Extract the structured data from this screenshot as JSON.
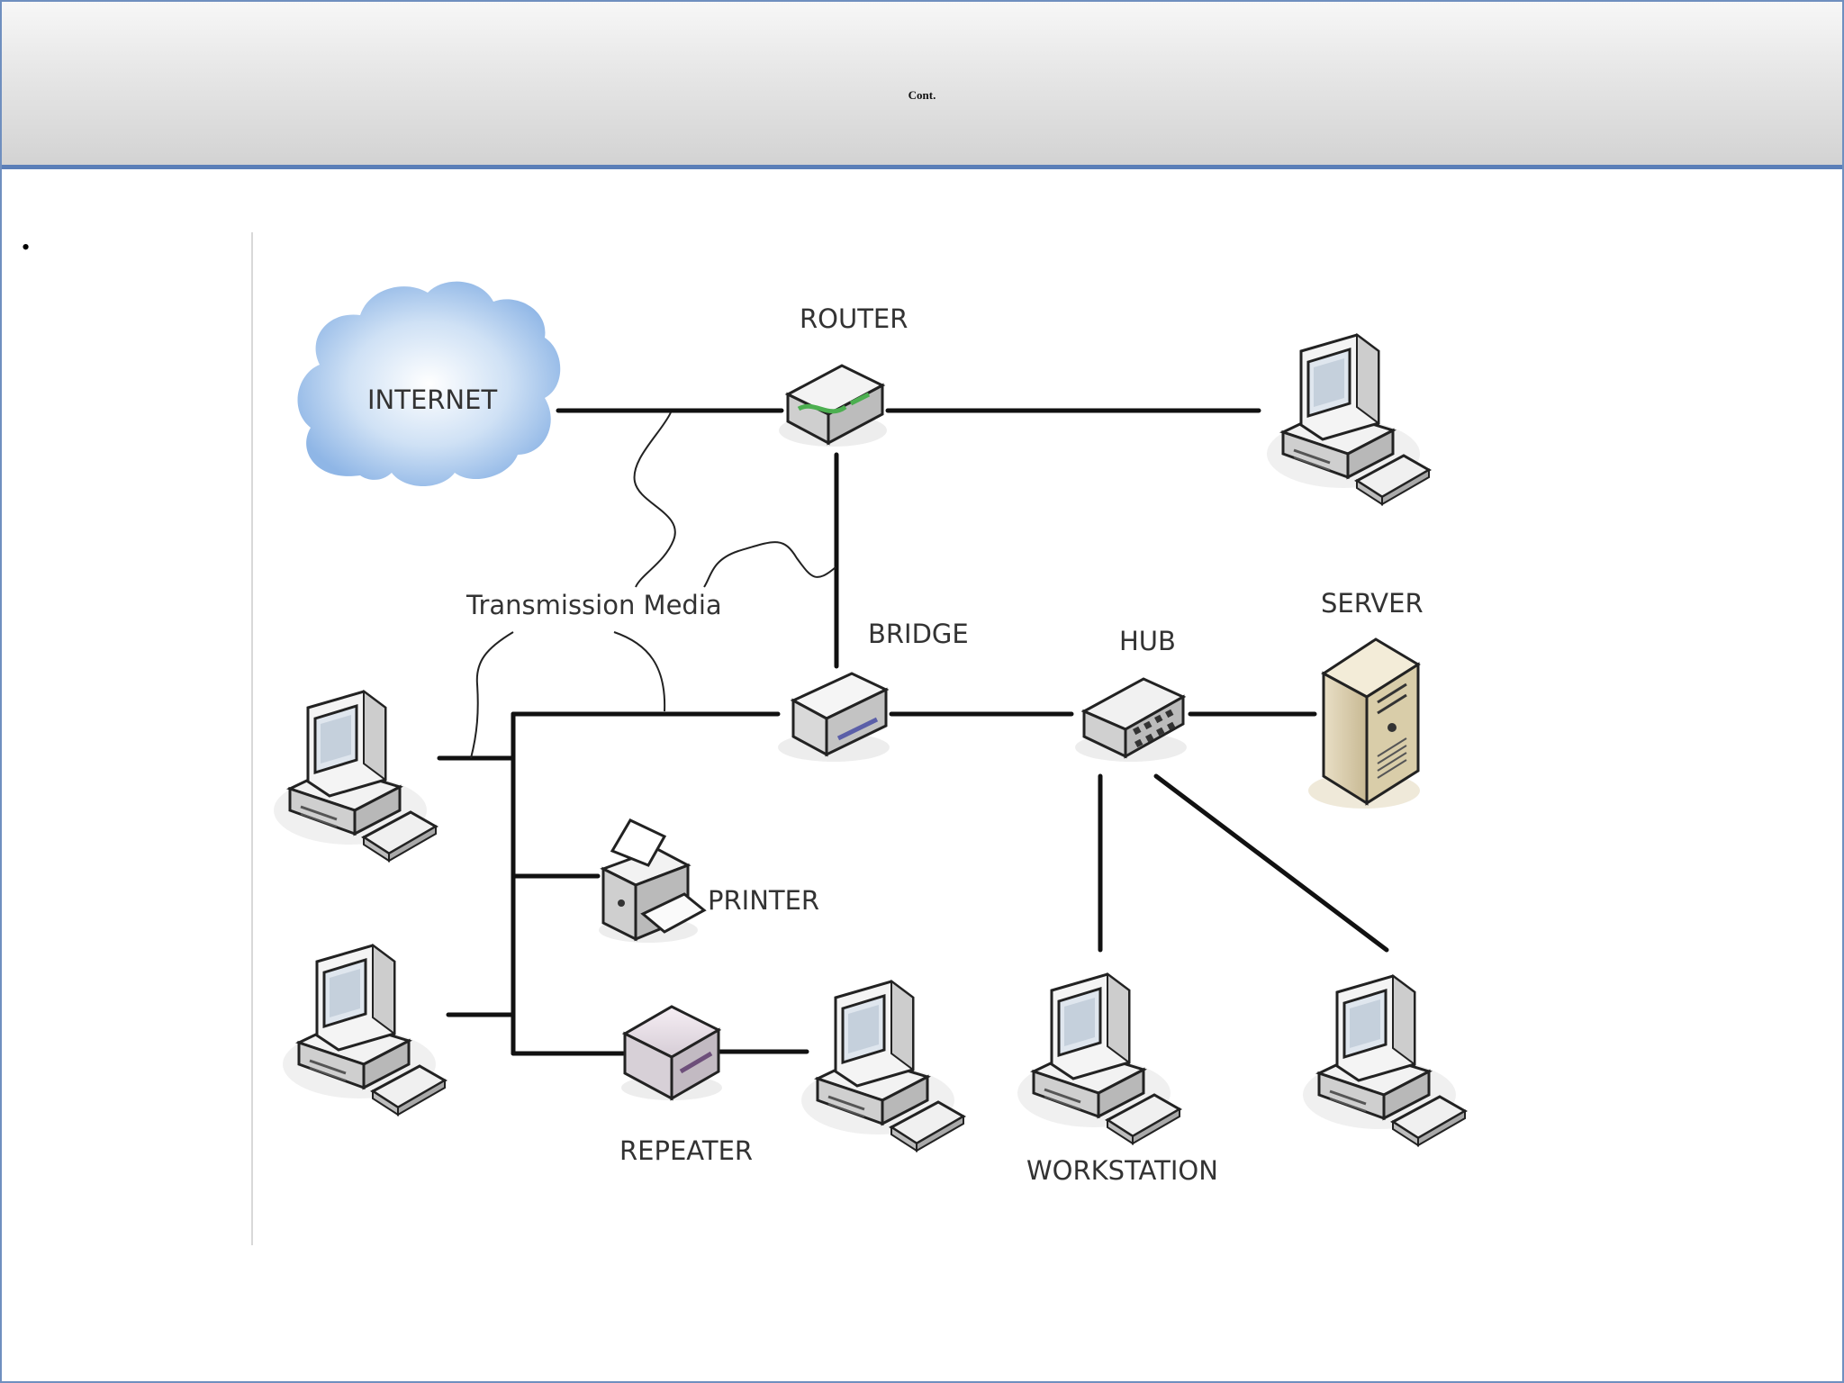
{
  "slide": {
    "title": "Cont."
  },
  "diagram": {
    "labels": {
      "internet": "INTERNET",
      "router": "ROUTER",
      "transmission_media": "Transmission Media",
      "bridge": "BRIDGE",
      "hub": "HUB",
      "server": "SERVER",
      "printer": "PRINTER",
      "repeater": "REPEATER",
      "workstation": "WORKSTATION"
    }
  }
}
